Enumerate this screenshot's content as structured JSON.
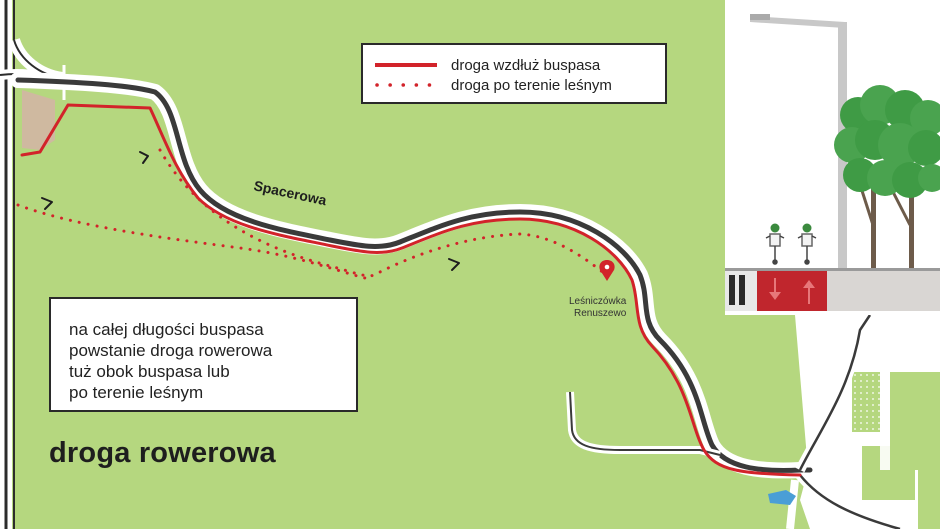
{
  "legend": {
    "along_buslane": "droga wzdłuż buspasa",
    "forest_terrain": "droga po terenie leśnym"
  },
  "map": {
    "street_name": "Spacerowa",
    "poi_line1": "Leśniczówka",
    "poi_line2": "Renuszewo"
  },
  "info_box": {
    "lines": [
      "na całej długości buspasa",
      "powstanie droga rowerowa",
      "tuż obok buspasa lub",
      "po terenie leśnym"
    ]
  },
  "title": "droga rowerowa",
  "colors": {
    "background_green": "#b5d77f",
    "route_red": "#d2232a",
    "road_dark": "#3a3a3a",
    "white": "#ffffff"
  },
  "icons": [
    "map-pin-icon",
    "direction-arrow-icon",
    "street-lamp-icon",
    "cyclist-icon",
    "lane-arrow-icon",
    "tree-icon"
  ]
}
